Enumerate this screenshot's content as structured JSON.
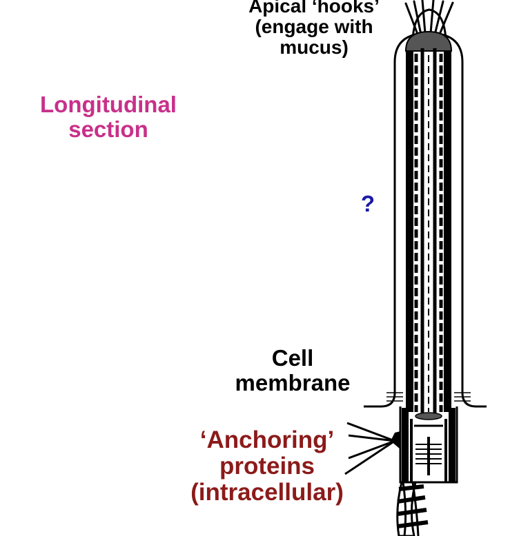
{
  "labels": {
    "apical_hooks": [
      "Apical ‘hooks’",
      "(engage with",
      "mucus)"
    ],
    "longitudinal_section": [
      "Longitudinal",
      "section"
    ],
    "question_mark": "?",
    "cell_membrane": [
      "Cell",
      "membrane"
    ],
    "anchoring_proteins": [
      "‘Anchoring’",
      "proteins",
      "(intracellular)"
    ]
  },
  "colors": {
    "black": "#000000",
    "magenta": "#c8308a",
    "blue": "#1a1aa6",
    "dark_red": "#8c1a1a",
    "cap_grey": "#555555"
  }
}
